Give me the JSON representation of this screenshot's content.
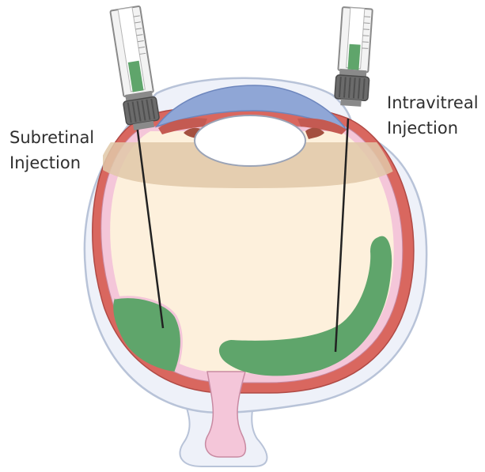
{
  "labels": {
    "subretinal": [
      "Subretinal",
      "Injection"
    ],
    "intravitreal": [
      "Intravitreal",
      "Injection"
    ]
  },
  "colors": {
    "sclera_outline": "#b8c3d8",
    "sclera_fill": "#eef1f9",
    "choroid": "#d9675f",
    "retina": "#f4c6d9",
    "vitreous": "#fdf0dc",
    "lens_zone": "#e0c8a8",
    "cornea": "#8fa6d6",
    "lens": "#ffffff",
    "injection_fluid": "#5fa56b",
    "syringe_barrel": "#f3f3f3",
    "syringe_hub": "#6b6b6b",
    "needle": "#222222"
  },
  "icons": {
    "left": "syringe-icon",
    "right": "syringe-icon"
  }
}
